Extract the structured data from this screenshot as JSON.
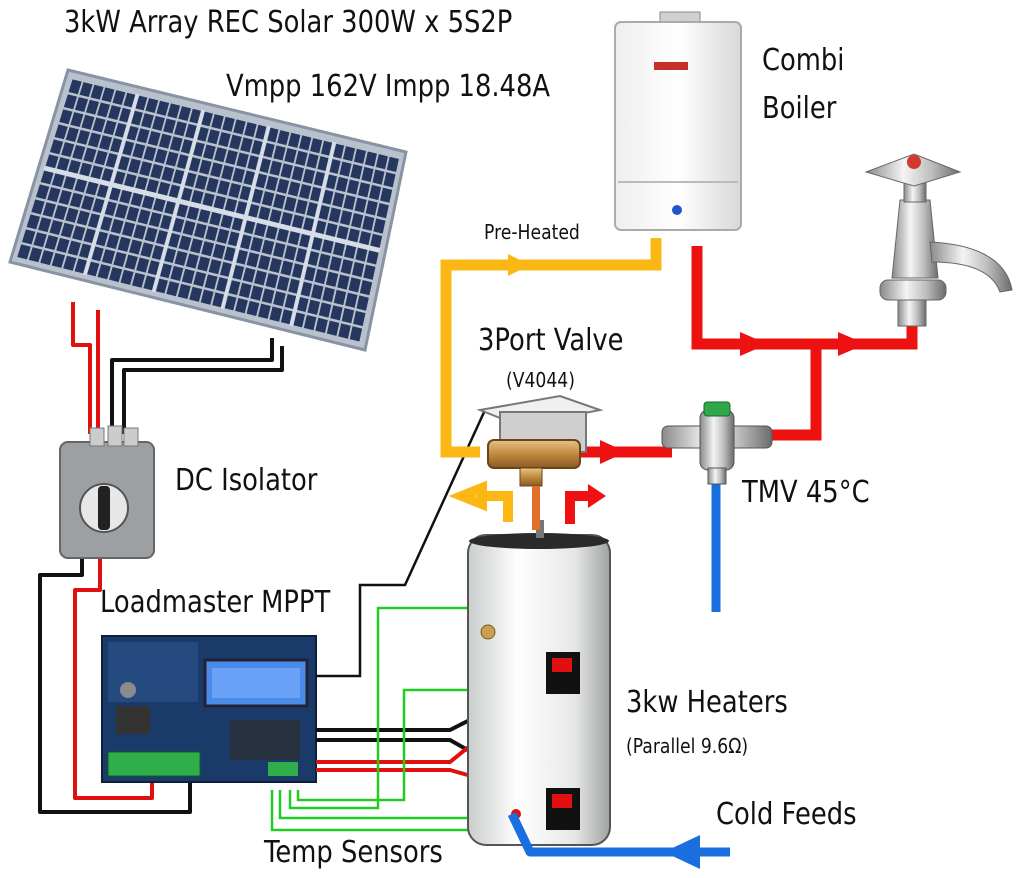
{
  "labels": {
    "array_title": "3kW Array  REC Solar 300W x 5S2P",
    "array_specs": "Vmpp 162V   Impp 18.48A",
    "boiler_line1": "Combi",
    "boiler_line2": "Boiler",
    "preheated": "Pre-Heated",
    "valve_title": "3Port Valve",
    "valve_model": "(V4044)",
    "dc_isolator": "DC Isolator",
    "tmv": "TMV 45°C",
    "mppt": "Loadmaster MPPT",
    "heaters": "3kw Heaters",
    "heaters_spec": "(Parallel 9.6Ω)",
    "cold_feeds": "Cold Feeds",
    "temp_sensors": "Temp Sensors"
  },
  "colors": {
    "hot_pipe": "#ee1111",
    "preheated_pipe": "#fbb814",
    "cold_pipe": "#1a6fe0",
    "sensor_wire": "#22cc22",
    "dc_positive": "#e01010",
    "dc_negative": "#111111",
    "panel_cell": "#26375f"
  }
}
